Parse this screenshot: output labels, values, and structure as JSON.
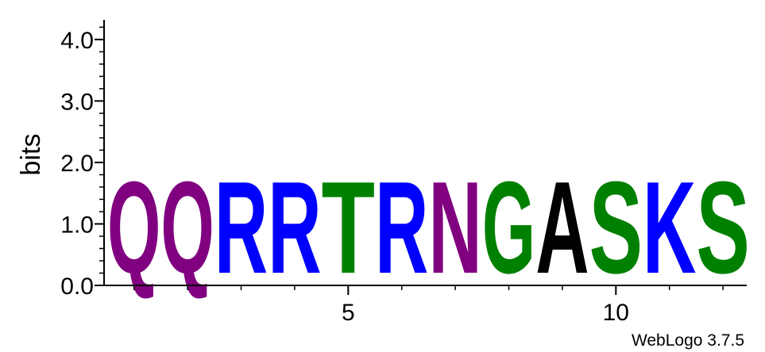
{
  "chart_data": {
    "type": "sequence-logo",
    "ylabel": "bits",
    "ylim": [
      0,
      4.32
    ],
    "yticks": [
      {
        "value": 0.0,
        "label": "0.0"
      },
      {
        "value": 1.0,
        "label": "1.0"
      },
      {
        "value": 2.0,
        "label": "2.0"
      },
      {
        "value": 3.0,
        "label": "3.0"
      },
      {
        "value": 4.0,
        "label": "4.0"
      }
    ],
    "xticks": [
      {
        "value": 5,
        "label": "5"
      },
      {
        "value": 10,
        "label": "10"
      }
    ],
    "positions": [
      {
        "index": 1,
        "letter": "Q",
        "bits": 1.72,
        "color": "#800080"
      },
      {
        "index": 2,
        "letter": "Q",
        "bits": 1.72,
        "color": "#800080"
      },
      {
        "index": 3,
        "letter": "R",
        "bits": 1.72,
        "color": "#0000ff"
      },
      {
        "index": 4,
        "letter": "R",
        "bits": 1.72,
        "color": "#0000ff"
      },
      {
        "index": 5,
        "letter": "T",
        "bits": 1.72,
        "color": "#008000"
      },
      {
        "index": 6,
        "letter": "R",
        "bits": 1.72,
        "color": "#0000ff"
      },
      {
        "index": 7,
        "letter": "N",
        "bits": 1.72,
        "color": "#800080"
      },
      {
        "index": 8,
        "letter": "G",
        "bits": 1.72,
        "color": "#008000"
      },
      {
        "index": 9,
        "letter": "A",
        "bits": 1.72,
        "color": "#000000"
      },
      {
        "index": 10,
        "letter": "S",
        "bits": 1.72,
        "color": "#008000"
      },
      {
        "index": 11,
        "letter": "K",
        "bits": 1.72,
        "color": "#0000ff"
      },
      {
        "index": 12,
        "letter": "S",
        "bits": 1.72,
        "color": "#008000"
      }
    ],
    "footer": "WebLogo 3.7.5"
  }
}
